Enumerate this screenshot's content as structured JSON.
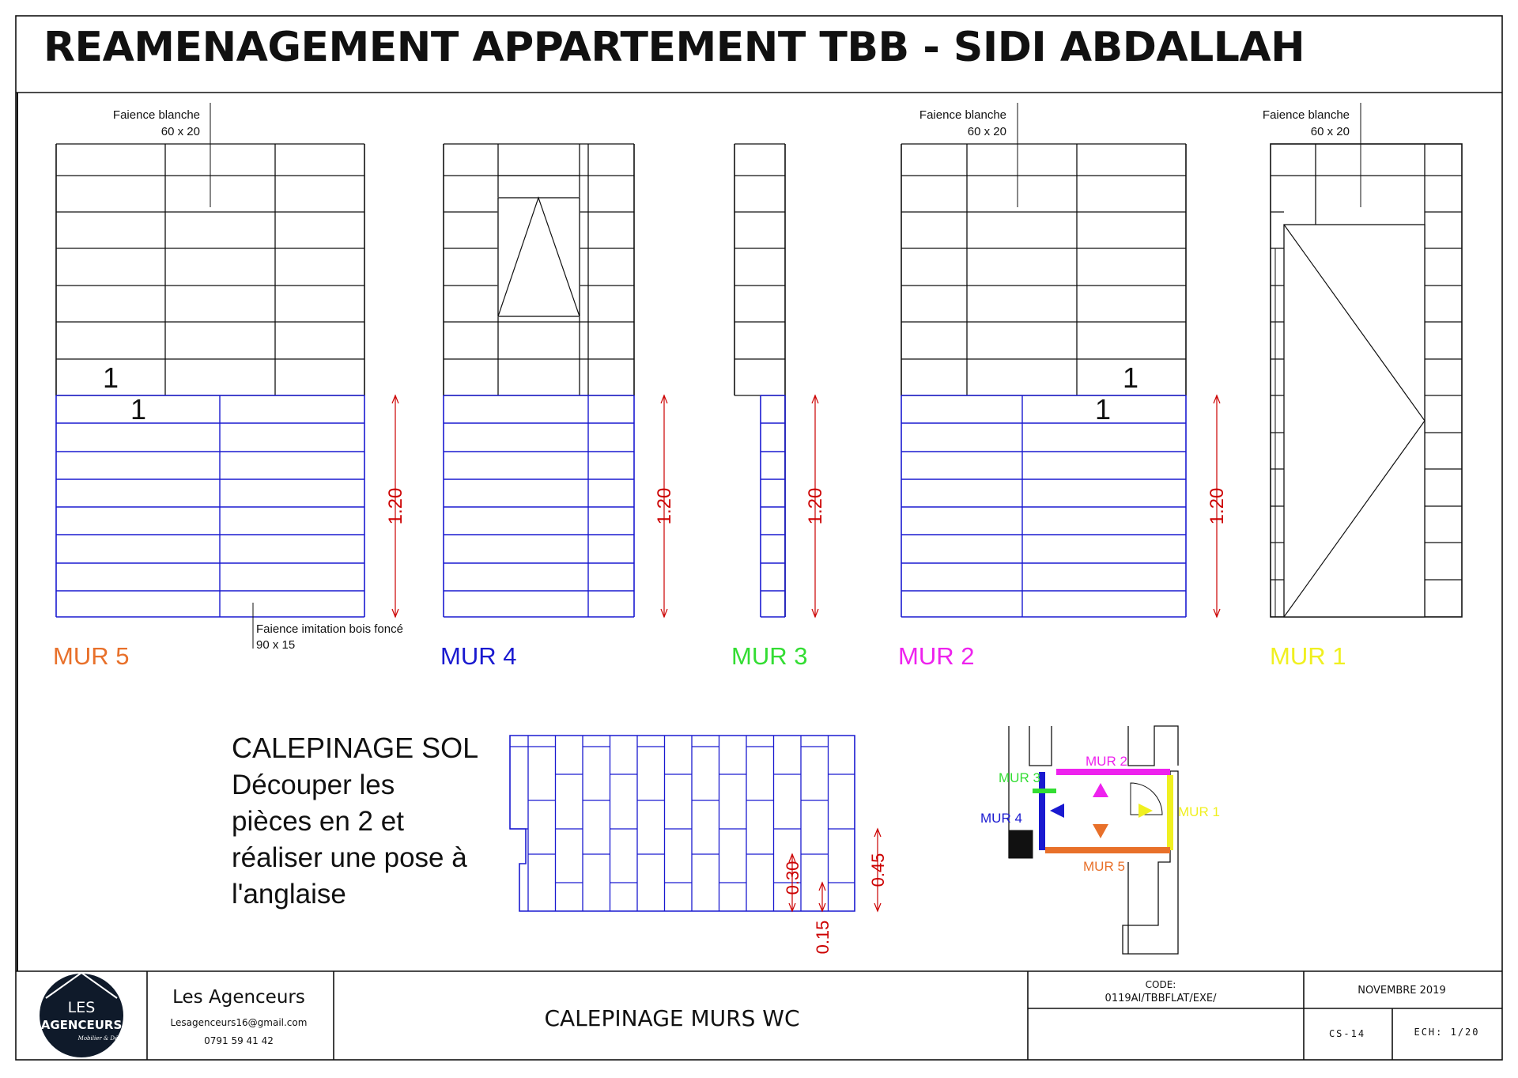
{
  "title": "REAMENAGEMENT APPARTEMENT TBB - SIDI ABDALLAH",
  "callouts": {
    "faience_blanche": "Faience blanche",
    "faience_blanche_size": "60 x 20",
    "faience_bois": "Faience imitation bois foncé",
    "faience_bois_size": "90 x 15",
    "marker_one": "1"
  },
  "walls": [
    {
      "id": "mur5",
      "label": "MUR 5",
      "color": "#e8702a",
      "dimension": "1.20"
    },
    {
      "id": "mur4",
      "label": "MUR 4",
      "color": "#1a1ad0",
      "dimension": "1.20"
    },
    {
      "id": "mur3",
      "label": "MUR 3",
      "color": "#33dd33",
      "dimension": "1.20"
    },
    {
      "id": "mur2",
      "label": "MUR 2",
      "color": "#ee22ee",
      "dimension": "1.20"
    },
    {
      "id": "mur1",
      "label": "MUR 1",
      "color": "#f0f020",
      "dimension": ""
    }
  ],
  "floor": {
    "title": "CALEPINAGE SOL",
    "lines": [
      "Découper les",
      "pièces en 2 et",
      "réaliser une pose à",
      "l'anglaise"
    ],
    "dim_030": "0.30",
    "dim_015": "0.15",
    "dim_045": "0.45"
  },
  "plan": {
    "labels": [
      "MUR 2",
      "MUR 3",
      "MUR 4",
      "MUR 1",
      "MUR 5"
    ]
  },
  "title_block": {
    "company": "Les Agenceurs",
    "email": "Lesagenceurs16@gmail.com",
    "phone": "0791 59 41 42",
    "logo_line1": "LES",
    "logo_line2": "AGENCEURS",
    "logo_signature": "Mobilier & Déco",
    "drawing_title": "CALEPINAGE MURS WC",
    "code_label": "CODE:",
    "code_value": "0119AI/TBBFLAT/EXE/",
    "date": "NOVEMBRE 2019",
    "sheet_no": "CS-14",
    "scale": "ECH: 1/20"
  },
  "colors": {
    "blue_tile": "#1a1ad0",
    "dimension_red": "#cc0000"
  }
}
